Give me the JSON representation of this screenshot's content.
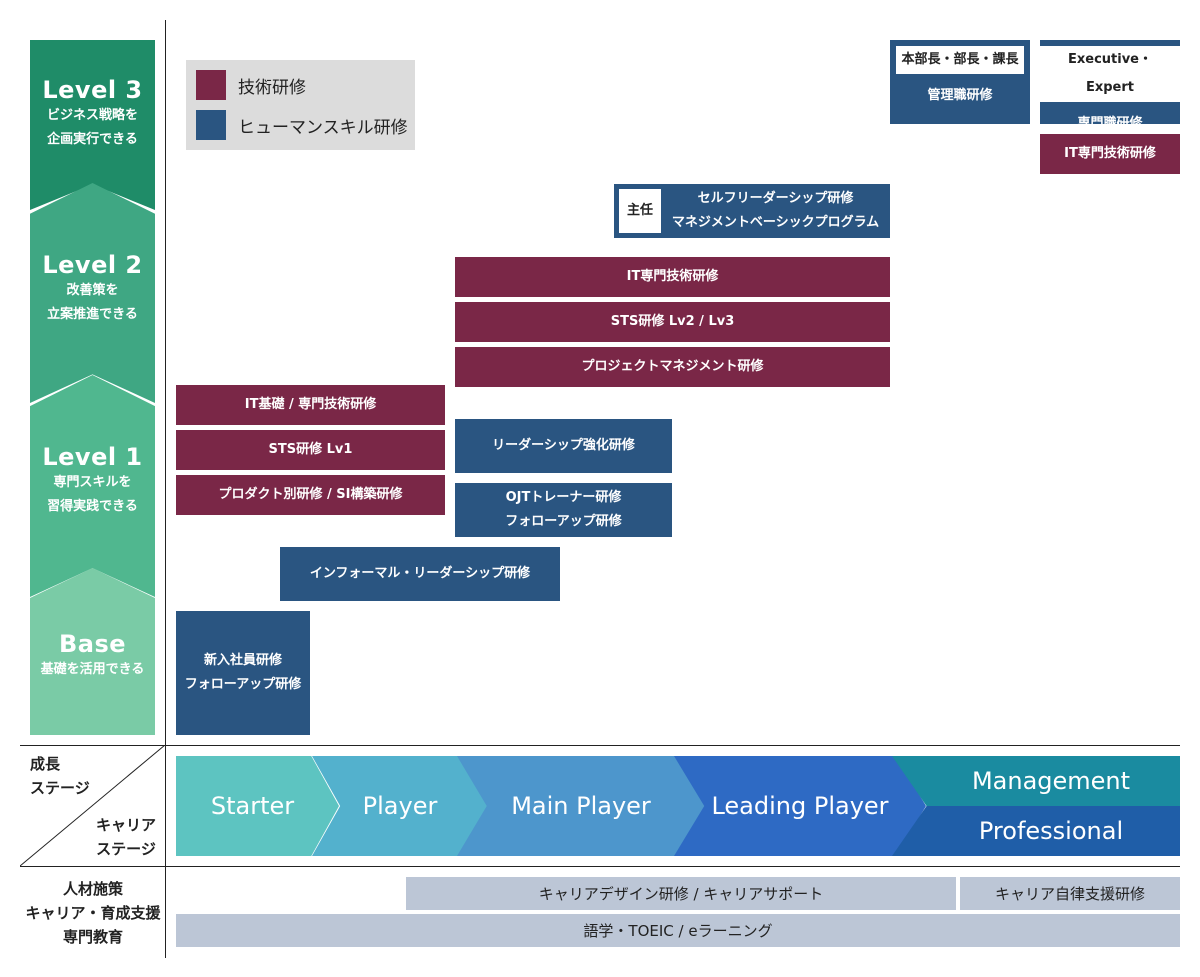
{
  "levels": [
    {
      "name": "Level 3",
      "desc1": "ビジネス戦略を",
      "desc2": "企画実行できる"
    },
    {
      "name": "Level 2",
      "desc1": "改善策を",
      "desc2": "立案推進できる"
    },
    {
      "name": "Level 1",
      "desc1": "専門スキルを",
      "desc2": "習得実践できる"
    },
    {
      "name": "Base",
      "desc1": "基礎を活用できる"
    }
  ],
  "legend": {
    "tech_label": "技術研修",
    "human_label": "ヒューマンスキル研修",
    "tech_color": "#7a2747",
    "human_color": "#2a5581"
  },
  "courses": {
    "mgmt_tag": "本部長・部長・課長",
    "mgmt_course": "管理職研修",
    "exec_tag": "Executive・Expert",
    "exec_course": "専門職研修",
    "it_specialist_top": "IT専門技術研修",
    "chief_tag": "主任",
    "chief_line1": "セルフリーダーシップ研修",
    "chief_line2": "マネジメントベーシックプログラム",
    "it_specialist": "IT専門技術研修",
    "sts_lv23": "STS研修 Lv2 / Lv3",
    "project_mgmt": "プロジェクトマネジメント研修",
    "it_basic": "IT基礎 / 専門技術研修",
    "sts_lv1": "STS研修 Lv1",
    "product": "プロダクト別研修 / SI構築研修",
    "leadership": "リーダーシップ強化研修",
    "ojt_line1": "OJTトレーナー研修",
    "ojt_line2": "フォローアップ研修",
    "informal": "インフォーマル・リーダーシップ研修",
    "newhire_line1": "新入社員研修",
    "newhire_line2": "フォローアップ研修"
  },
  "axis": {
    "growth1": "成長",
    "growth2": "ステージ",
    "career1": "キャリア",
    "career2": "ステージ",
    "hr1": "人材施策",
    "hr2": "キャリア・育成支援",
    "hr3": "専門教育"
  },
  "stages": [
    "Starter",
    "Player",
    "Main Player",
    "Leading Player",
    "Management",
    "Professional"
  ],
  "support": {
    "career_design": "キャリアデザイン研修 / キャリアサポート",
    "career_self": "キャリア自律支援研修",
    "language": "語学・TOEIC / eラーニング"
  }
}
